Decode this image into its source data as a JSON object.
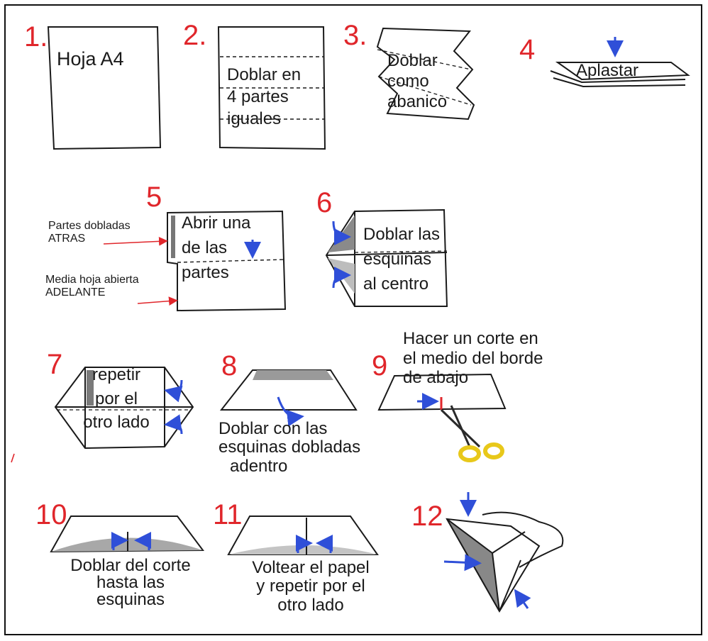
{
  "steps": [
    {
      "number": "1.",
      "text": [
        "Hoja A4"
      ]
    },
    {
      "number": "2.",
      "text": [
        "Doblar en",
        "4 partes",
        "iguales"
      ]
    },
    {
      "number": "3.",
      "text": [
        "Doblar",
        "como",
        "abanico"
      ]
    },
    {
      "number": "4",
      "text": [
        "Aplastar"
      ]
    },
    {
      "number": "5",
      "text": [
        "Abrir una",
        "de las",
        "partes"
      ],
      "side_notes": [
        {
          "lines": [
            "Partes dobladas",
            "ATRAS"
          ]
        },
        {
          "lines": [
            "Media hoja abierta",
            "ADELANTE"
          ]
        }
      ]
    },
    {
      "number": "6",
      "text": [
        "Doblar las",
        "esquinas",
        "al centro"
      ]
    },
    {
      "number": "7",
      "text": [
        "repetir",
        "por el",
        "otro lado"
      ]
    },
    {
      "number": "8",
      "text": [
        "Doblar con las",
        "esquinas dobladas",
        "adentro"
      ]
    },
    {
      "number": "9",
      "text": [
        "Hacer un corte en",
        "el medio del borde",
        "de abajo"
      ]
    },
    {
      "number": "10",
      "text": [
        "Doblar del corte",
        "hasta las",
        "esquinas"
      ]
    },
    {
      "number": "11",
      "text": [
        "Voltear el papel",
        "y repetir por el",
        "otro lado"
      ]
    },
    {
      "number": "12",
      "text": []
    }
  ],
  "colors": {
    "number": "#e0262b",
    "arrow_blue": "#2f4fd8",
    "arrow_red": "#e0262b",
    "scissors": "#e8c81a",
    "line": "#1a1a1a",
    "shade": "#9a9a9a"
  }
}
